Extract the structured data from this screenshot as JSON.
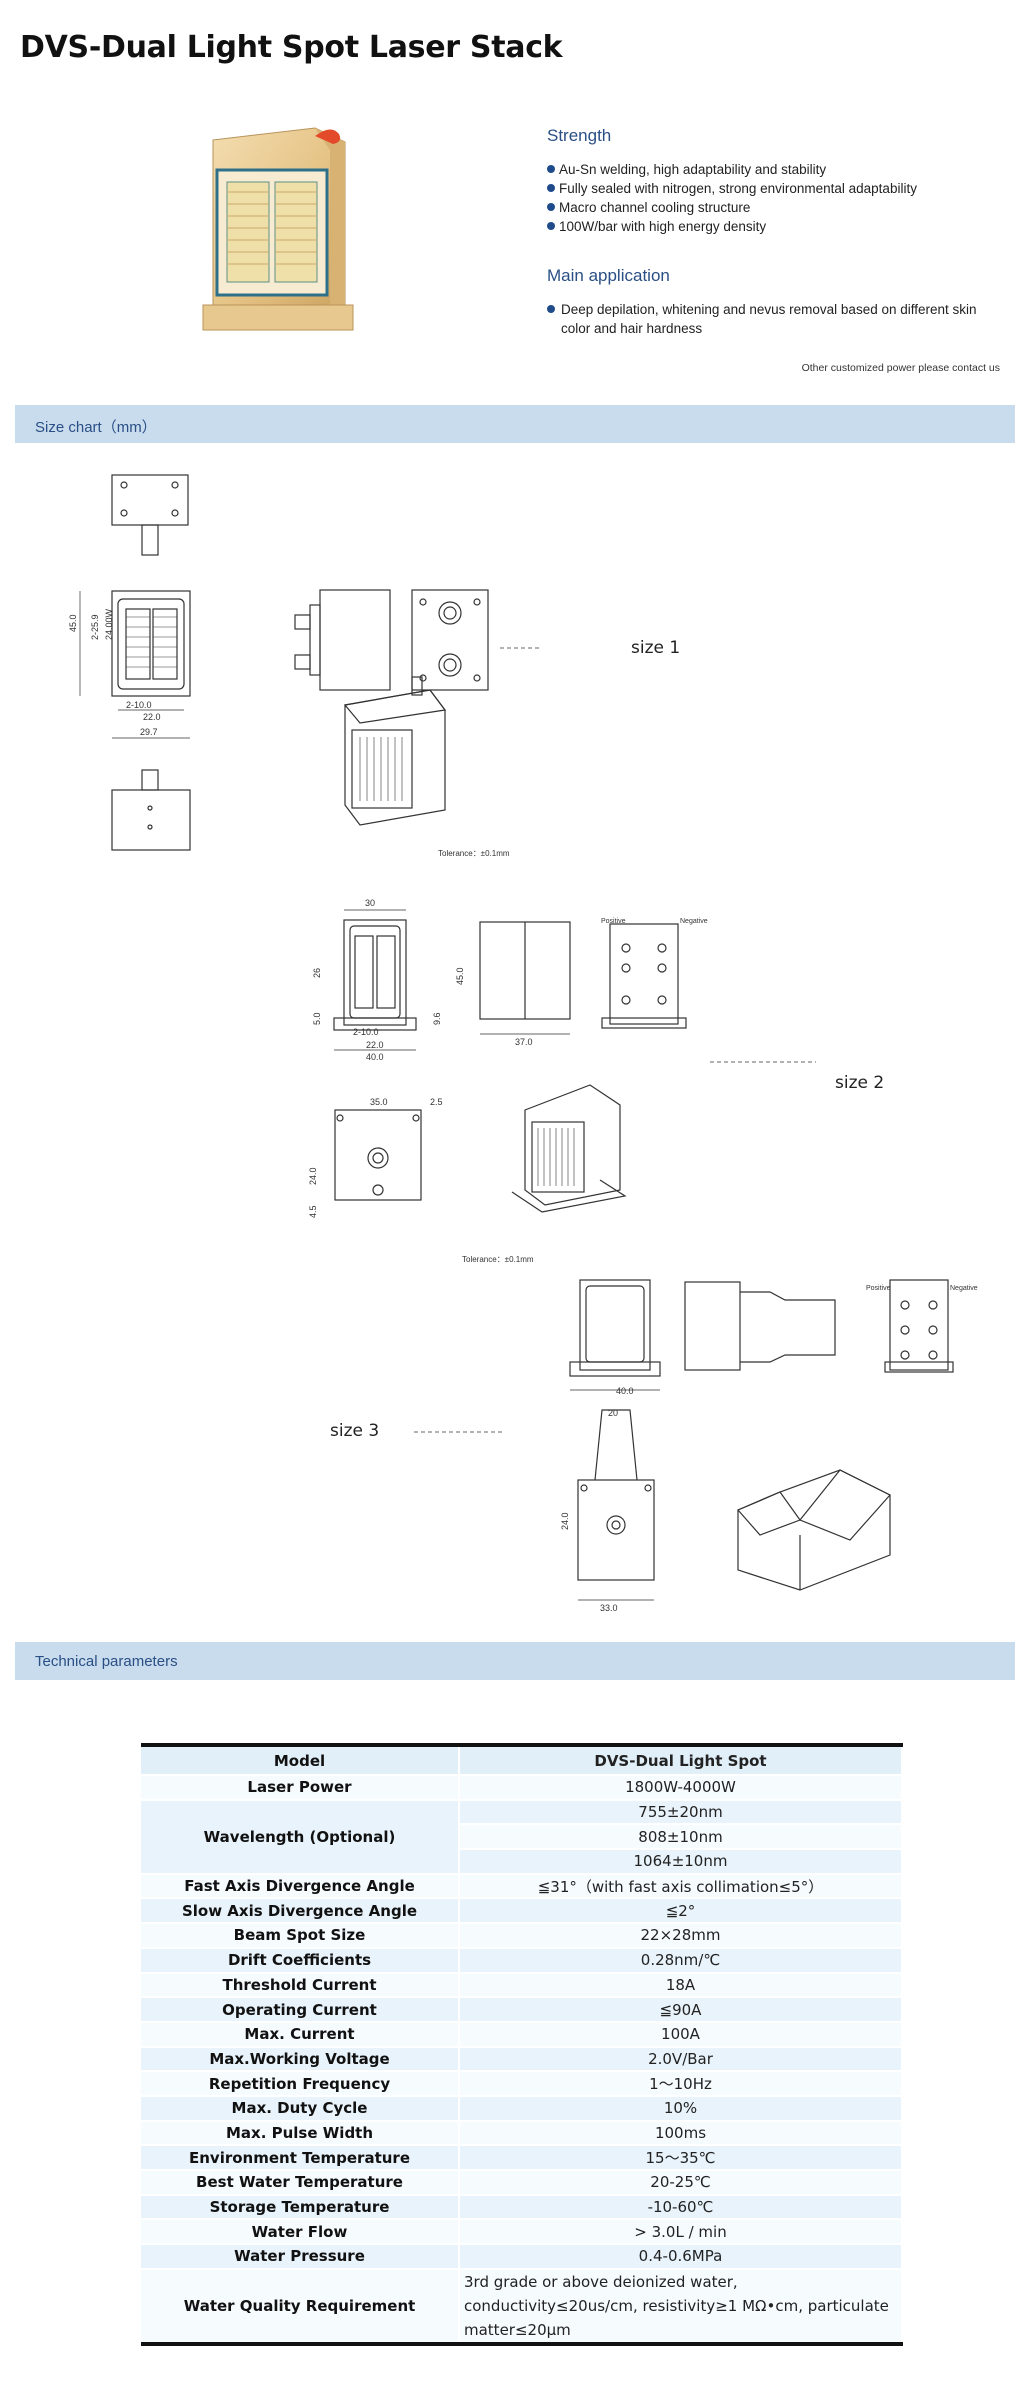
{
  "page_title": "DVS-Dual Light Spot Laser Stack",
  "strength": {
    "heading": "Strength",
    "items": [
      "Au-Sn welding, high adaptability and stability",
      "Fully sealed with nitrogen, strong environmental adaptability",
      "Macro channel cooling structure",
      "100W/bar with high energy density"
    ]
  },
  "application": {
    "heading": "Main application",
    "items": [
      "Deep depilation, whitening and nevus removal based on different skin color and hair hardness"
    ]
  },
  "note": "Other customized power please contact us",
  "size_chart": {
    "heading": "Size chart（mm）",
    "labels": [
      "size 1",
      "size 2",
      "size 3"
    ],
    "dims": {
      "s1": [
        "45.0",
        "2-25.9",
        "24.00W",
        "2-10.0",
        "22.0",
        "29.7"
      ],
      "s2": [
        "30",
        "26",
        "45.0",
        "5.0",
        "9.6",
        "2-10.0",
        "22.0",
        "40.0",
        "37.0",
        "35.0",
        "2.5",
        "24.0",
        "4.5"
      ],
      "s3": [
        "40.0",
        "20",
        "24.0",
        "33.0"
      ],
      "positive": "Positive",
      "negative": "Negative",
      "tolerance": "Tolerance：±0.1mm"
    }
  },
  "technical": {
    "heading": "Technical parameters",
    "header": {
      "label": "Model",
      "value": "DVS-Dual Light Spot"
    },
    "rows": [
      {
        "label": "Laser Power",
        "value": "1800W-4000W"
      },
      {
        "label": "Wavelength (Optional)",
        "values": [
          "755±20nm",
          "808±10nm",
          "1064±10nm"
        ]
      },
      {
        "label": "Fast Axis Divergence Angle",
        "value": "≦31°（with fast axis collimation≤5°）"
      },
      {
        "label": "Slow Axis Divergence Angle",
        "value": "≦2°"
      },
      {
        "label": "Beam Spot Size",
        "value": "22×28mm"
      },
      {
        "label": "Drift Coefficients",
        "value": "0.28nm/℃"
      },
      {
        "label": "Threshold Current",
        "value": "18A"
      },
      {
        "label": "Operating Current",
        "value": "≦90A"
      },
      {
        "label": "Max. Current",
        "value": "100A"
      },
      {
        "label": "Max.Working Voltage",
        "value": "2.0V/Bar"
      },
      {
        "label": "Repetition Frequency",
        "value": "1～10Hz"
      },
      {
        "label": "Max. Duty Cycle",
        "value": "10%"
      },
      {
        "label": "Max. Pulse Width",
        "value": "100ms"
      },
      {
        "label": "Environment Temperature",
        "value": "15～35℃"
      },
      {
        "label": "Best Water Temperature",
        "value": "20-25℃"
      },
      {
        "label": "Storage Temperature",
        "value": "-10-60℃"
      },
      {
        "label": "Water Flow",
        "value": "> 3.0L / min"
      },
      {
        "label": "Water Pressure",
        "value": "0.4-0.6MPa"
      },
      {
        "label": "Water Quality Requirement",
        "value": "3rd grade or above deionized water, conductivity≤20us/cm, resistivity≥1 MΩ•cm, particulate matter≤20μm"
      }
    ]
  }
}
